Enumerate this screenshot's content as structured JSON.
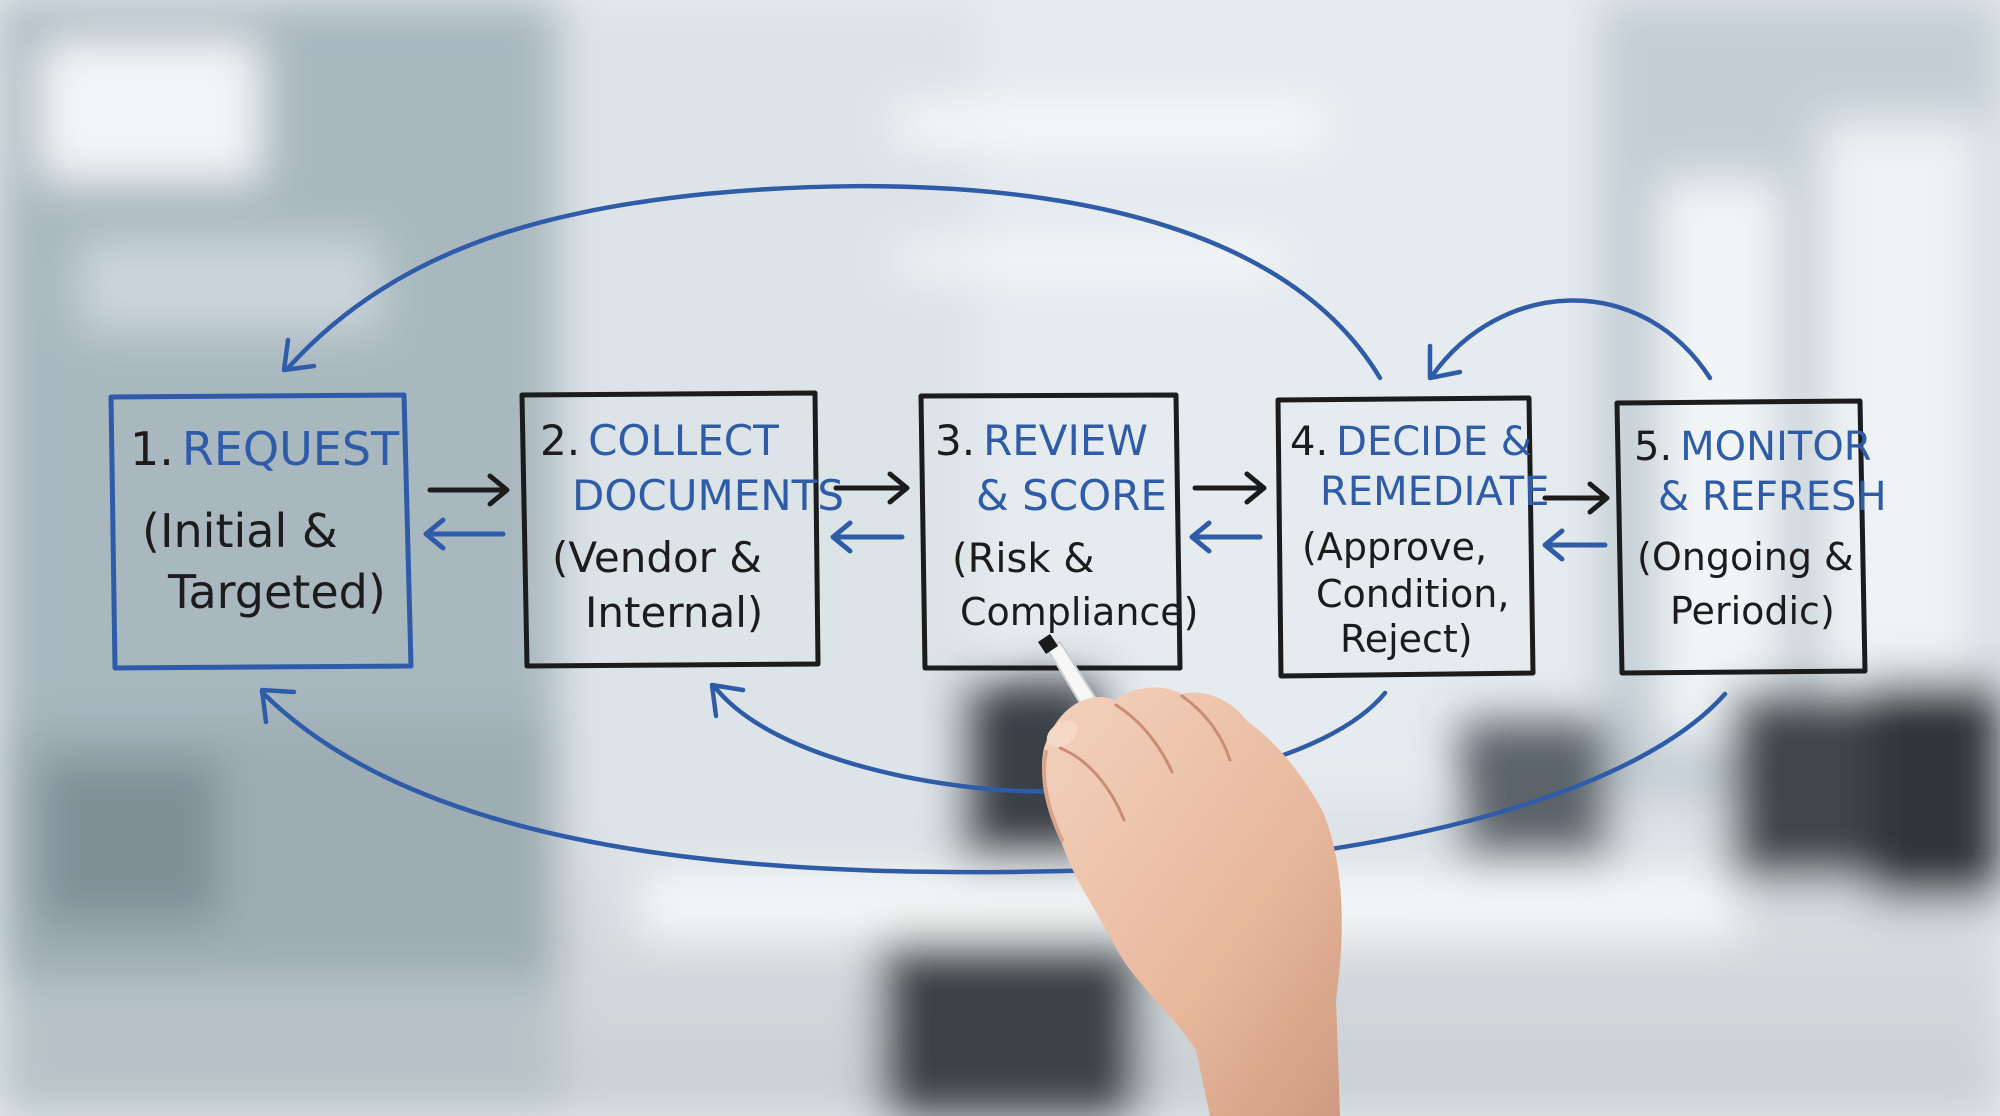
{
  "steps": [
    {
      "number": "1.",
      "title": [
        "REQUEST"
      ],
      "subtitle": [
        "(Initial &",
        "Targeted)"
      ]
    },
    {
      "number": "2.",
      "title": [
        "COLLECT",
        "DOCUMENTS"
      ],
      "subtitle": [
        "(Vendor &",
        "Internal)"
      ]
    },
    {
      "number": "3.",
      "title": [
        "REVIEW",
        "& SCORE"
      ],
      "subtitle": [
        "(Risk &",
        "Compliance)"
      ]
    },
    {
      "number": "4.",
      "title": [
        "DECIDE &",
        "REMEDIATE"
      ],
      "subtitle": [
        "(Approve,",
        "Condition,",
        "Reject)"
      ]
    },
    {
      "number": "5.",
      "title": [
        "MONITOR",
        "& REFRESH"
      ],
      "subtitle": [
        "(Ongoing &",
        "Periodic)"
      ]
    }
  ],
  "colors": {
    "ink_black": "#1c1c1c",
    "ink_blue": "#2f5ca8",
    "background": "#e8edf1"
  },
  "connectors": [
    {
      "from": "1",
      "to": "2",
      "kind": "forward"
    },
    {
      "from": "2",
      "to": "1",
      "kind": "back"
    },
    {
      "from": "2",
      "to": "3",
      "kind": "forward"
    },
    {
      "from": "3",
      "to": "2",
      "kind": "back"
    },
    {
      "from": "3",
      "to": "4",
      "kind": "forward"
    },
    {
      "from": "4",
      "to": "3",
      "kind": "back"
    },
    {
      "from": "4",
      "to": "5",
      "kind": "forward"
    },
    {
      "from": "5",
      "to": "4",
      "kind": "back"
    },
    {
      "from": "4",
      "to": "1",
      "kind": "loop-top"
    },
    {
      "from": "5",
      "to": "4",
      "kind": "loop-top-small"
    },
    {
      "from": "4",
      "to": "2",
      "kind": "loop-bottom"
    },
    {
      "from": "5",
      "to": "1",
      "kind": "loop-bottom"
    }
  ]
}
